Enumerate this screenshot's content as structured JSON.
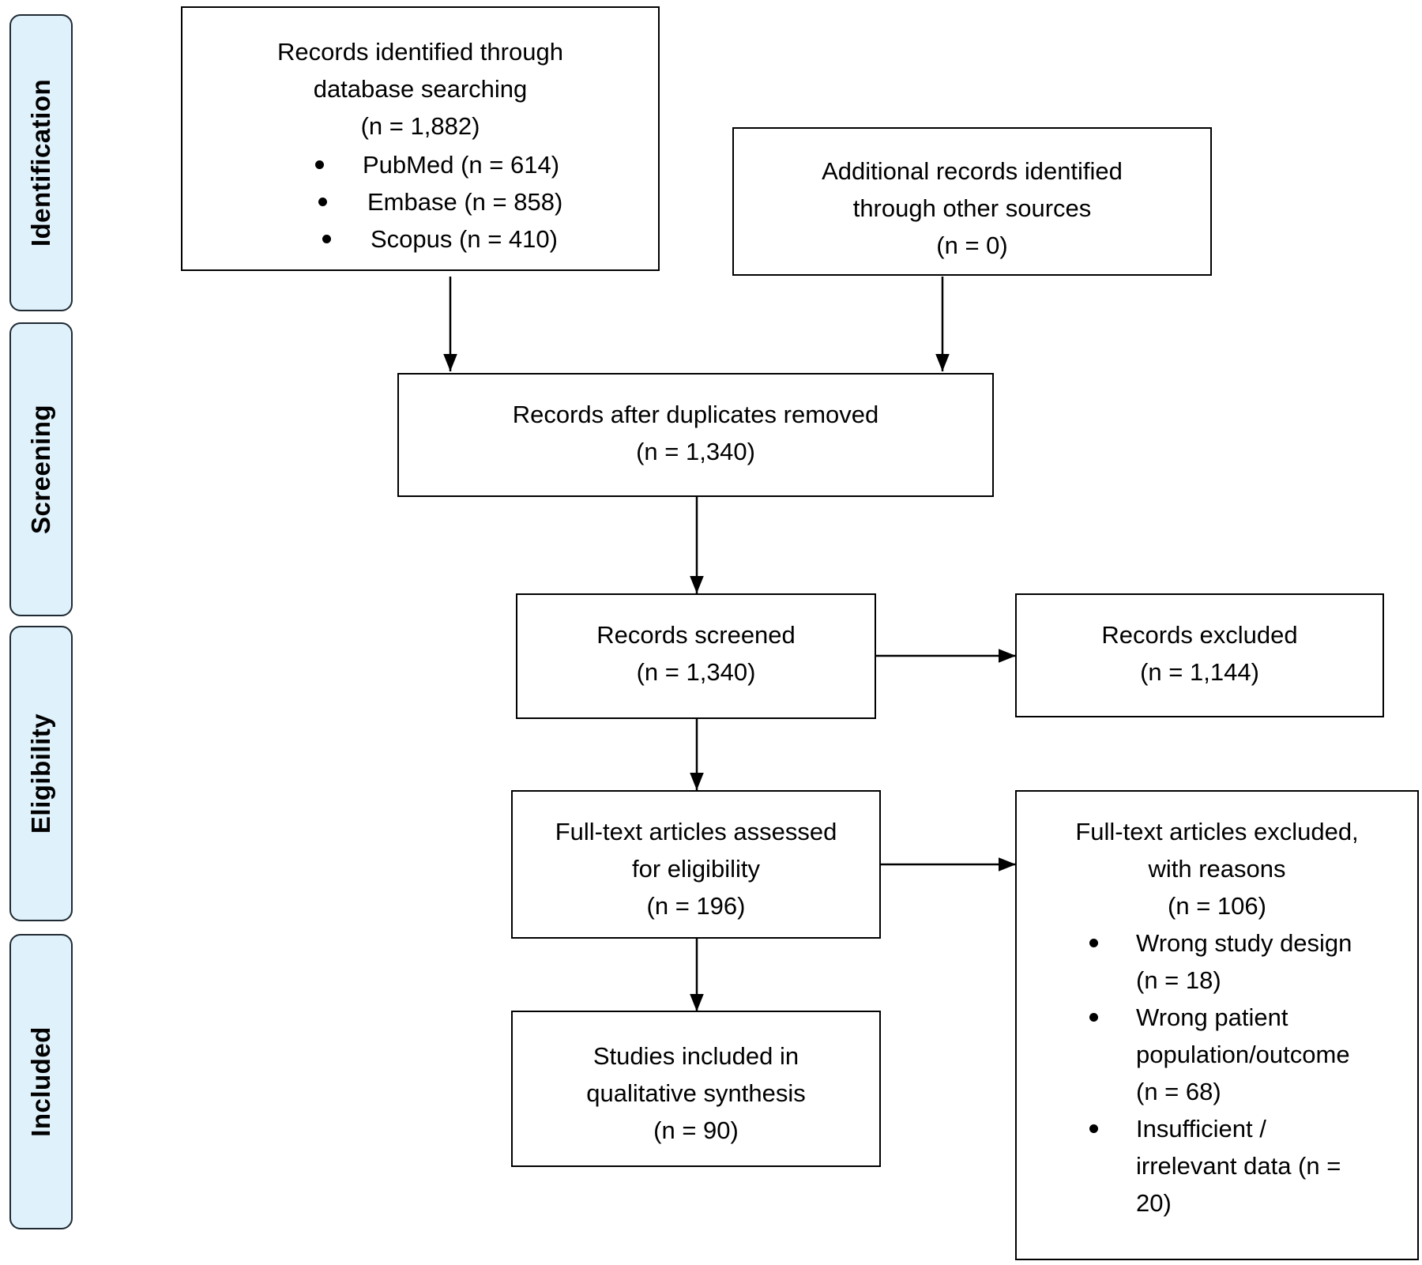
{
  "stages": {
    "identification": "Identification",
    "screening": "Screening",
    "eligibility": "Eligibility",
    "included": "Included"
  },
  "boxes": {
    "database_search": {
      "title_line1": "Records identified through",
      "title_line2": "database searching",
      "count": "(n = 1,882)",
      "sources": [
        "PubMed (n = 614)",
        "Embase (n = 858)",
        "Scopus (n = 410)"
      ]
    },
    "other_sources": {
      "title_line1": "Additional records identified",
      "title_line2": "through other sources",
      "count": "(n = 0)"
    },
    "duplicates_removed": {
      "title": "Records after duplicates removed",
      "count": "(n = 1,340)"
    },
    "screened": {
      "title": "Records screened",
      "count": "(n = 1,340)"
    },
    "excluded": {
      "title": "Records excluded",
      "count": "(n = 1,144)"
    },
    "fulltext_assessed": {
      "title_line1": "Full-text articles assessed",
      "title_line2": "for eligibility",
      "count": "(n = 196)"
    },
    "fulltext_excluded": {
      "title_line1": "Full-text articles excluded,",
      "title_line2": "with reasons",
      "count": "(n = 106)",
      "reasons": [
        {
          "lines": [
            "Wrong study design",
            "(n = 18)"
          ]
        },
        {
          "lines": [
            "Wrong patient",
            "population/outcome",
            "(n = 68)"
          ]
        },
        {
          "lines": [
            "Insufficient /",
            "irrelevant data (n =",
            "20)"
          ]
        }
      ]
    },
    "included": {
      "title_line1": "Studies included in",
      "title_line2": "qualitative synthesis",
      "count": "(n = 90)"
    }
  }
}
